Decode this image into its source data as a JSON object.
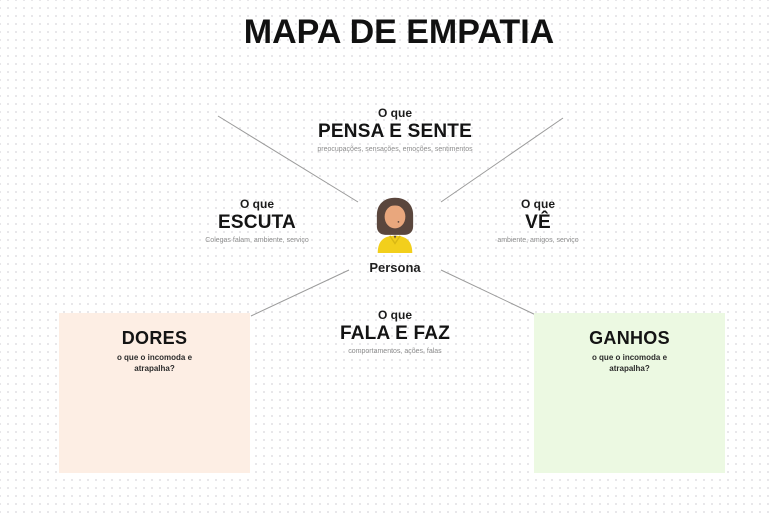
{
  "title": "MAPA DE EMPATIA",
  "sections": {
    "pensa": {
      "prefix": "O que",
      "title": "PENSA E SENTE",
      "subtitle": "preocupações, sensações, emoções, sentimentos"
    },
    "escuta": {
      "prefix": "O que",
      "title": "ESCUTA",
      "subtitle": "Colegas falam, ambiente, serviço"
    },
    "ve": {
      "prefix": "O que",
      "title": "VÊ",
      "subtitle": "ambiente, amigos, serviço"
    },
    "fala": {
      "prefix": "O que",
      "title": "FALA E FAZ",
      "subtitle": "comportamentos, ações, falas"
    }
  },
  "persona": {
    "label": "Persona",
    "colors": {
      "hair": "#5a463d",
      "skin": "#e9a77d",
      "shirt": "#f2cf1c",
      "shirt_shadow": "#d9b814"
    }
  },
  "boxes": {
    "dores": {
      "title": "DORES",
      "subtitle": "o que o incomoda e atrapalha?",
      "color": "#fdeee4"
    },
    "ganhos": {
      "title": "GANHOS",
      "subtitle": "o que o incomoda e atrapalha?",
      "color": "#ecf9e2"
    }
  },
  "colors": {
    "line": "#9b9b9b",
    "dot_grid": "#e8e7ea",
    "title_text": "#111111",
    "subtitle_text": "#8d8d8d"
  }
}
